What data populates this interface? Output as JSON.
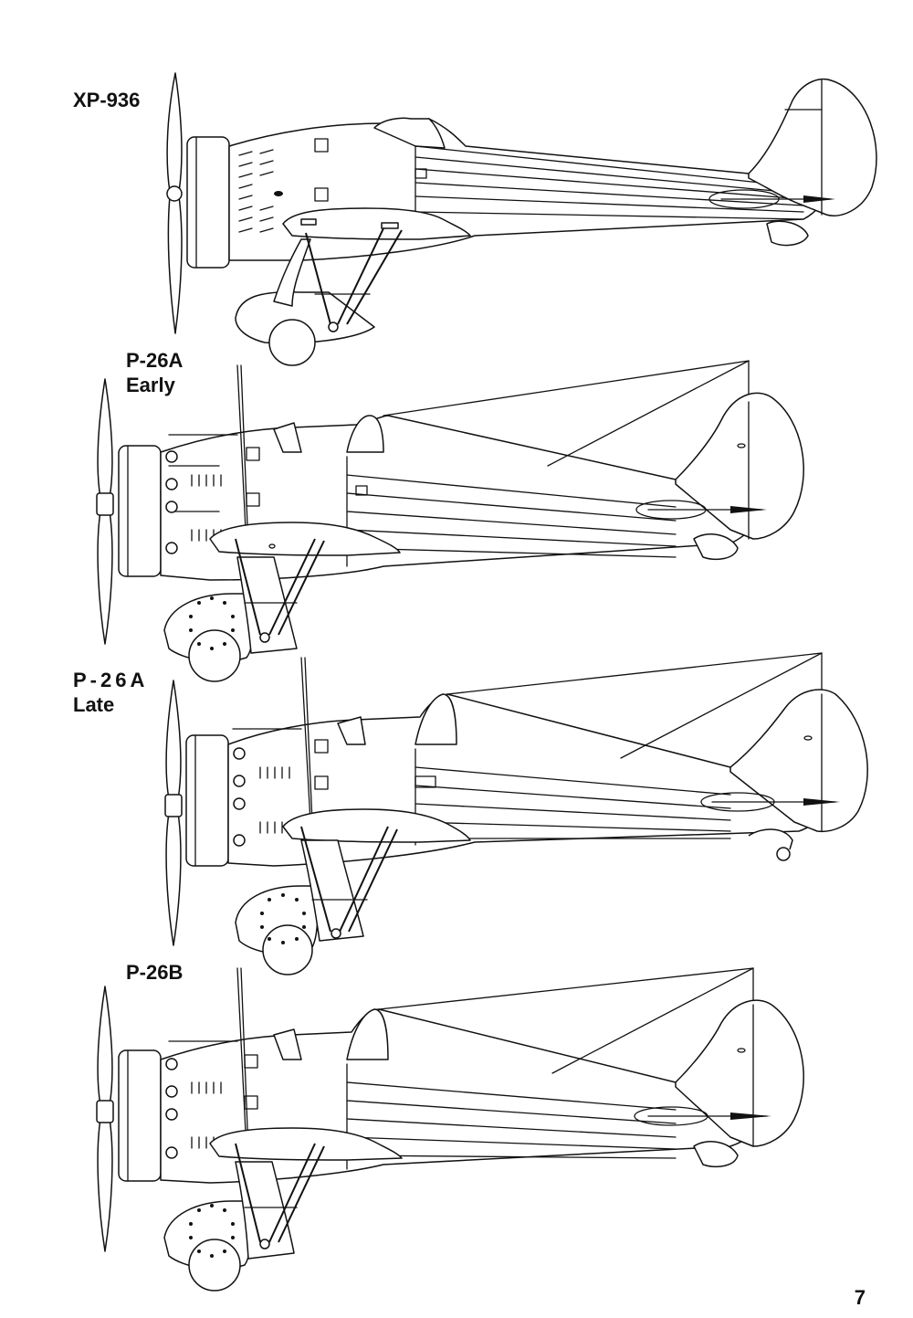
{
  "figures": [
    {
      "label_lines": [
        "XP-936"
      ]
    },
    {
      "label_lines": [
        "P-26A",
        "Early"
      ]
    },
    {
      "label_lines": [
        "P-26A",
        "Late"
      ]
    },
    {
      "label_lines": [
        "P-26B"
      ]
    }
  ],
  "page_number": "7"
}
